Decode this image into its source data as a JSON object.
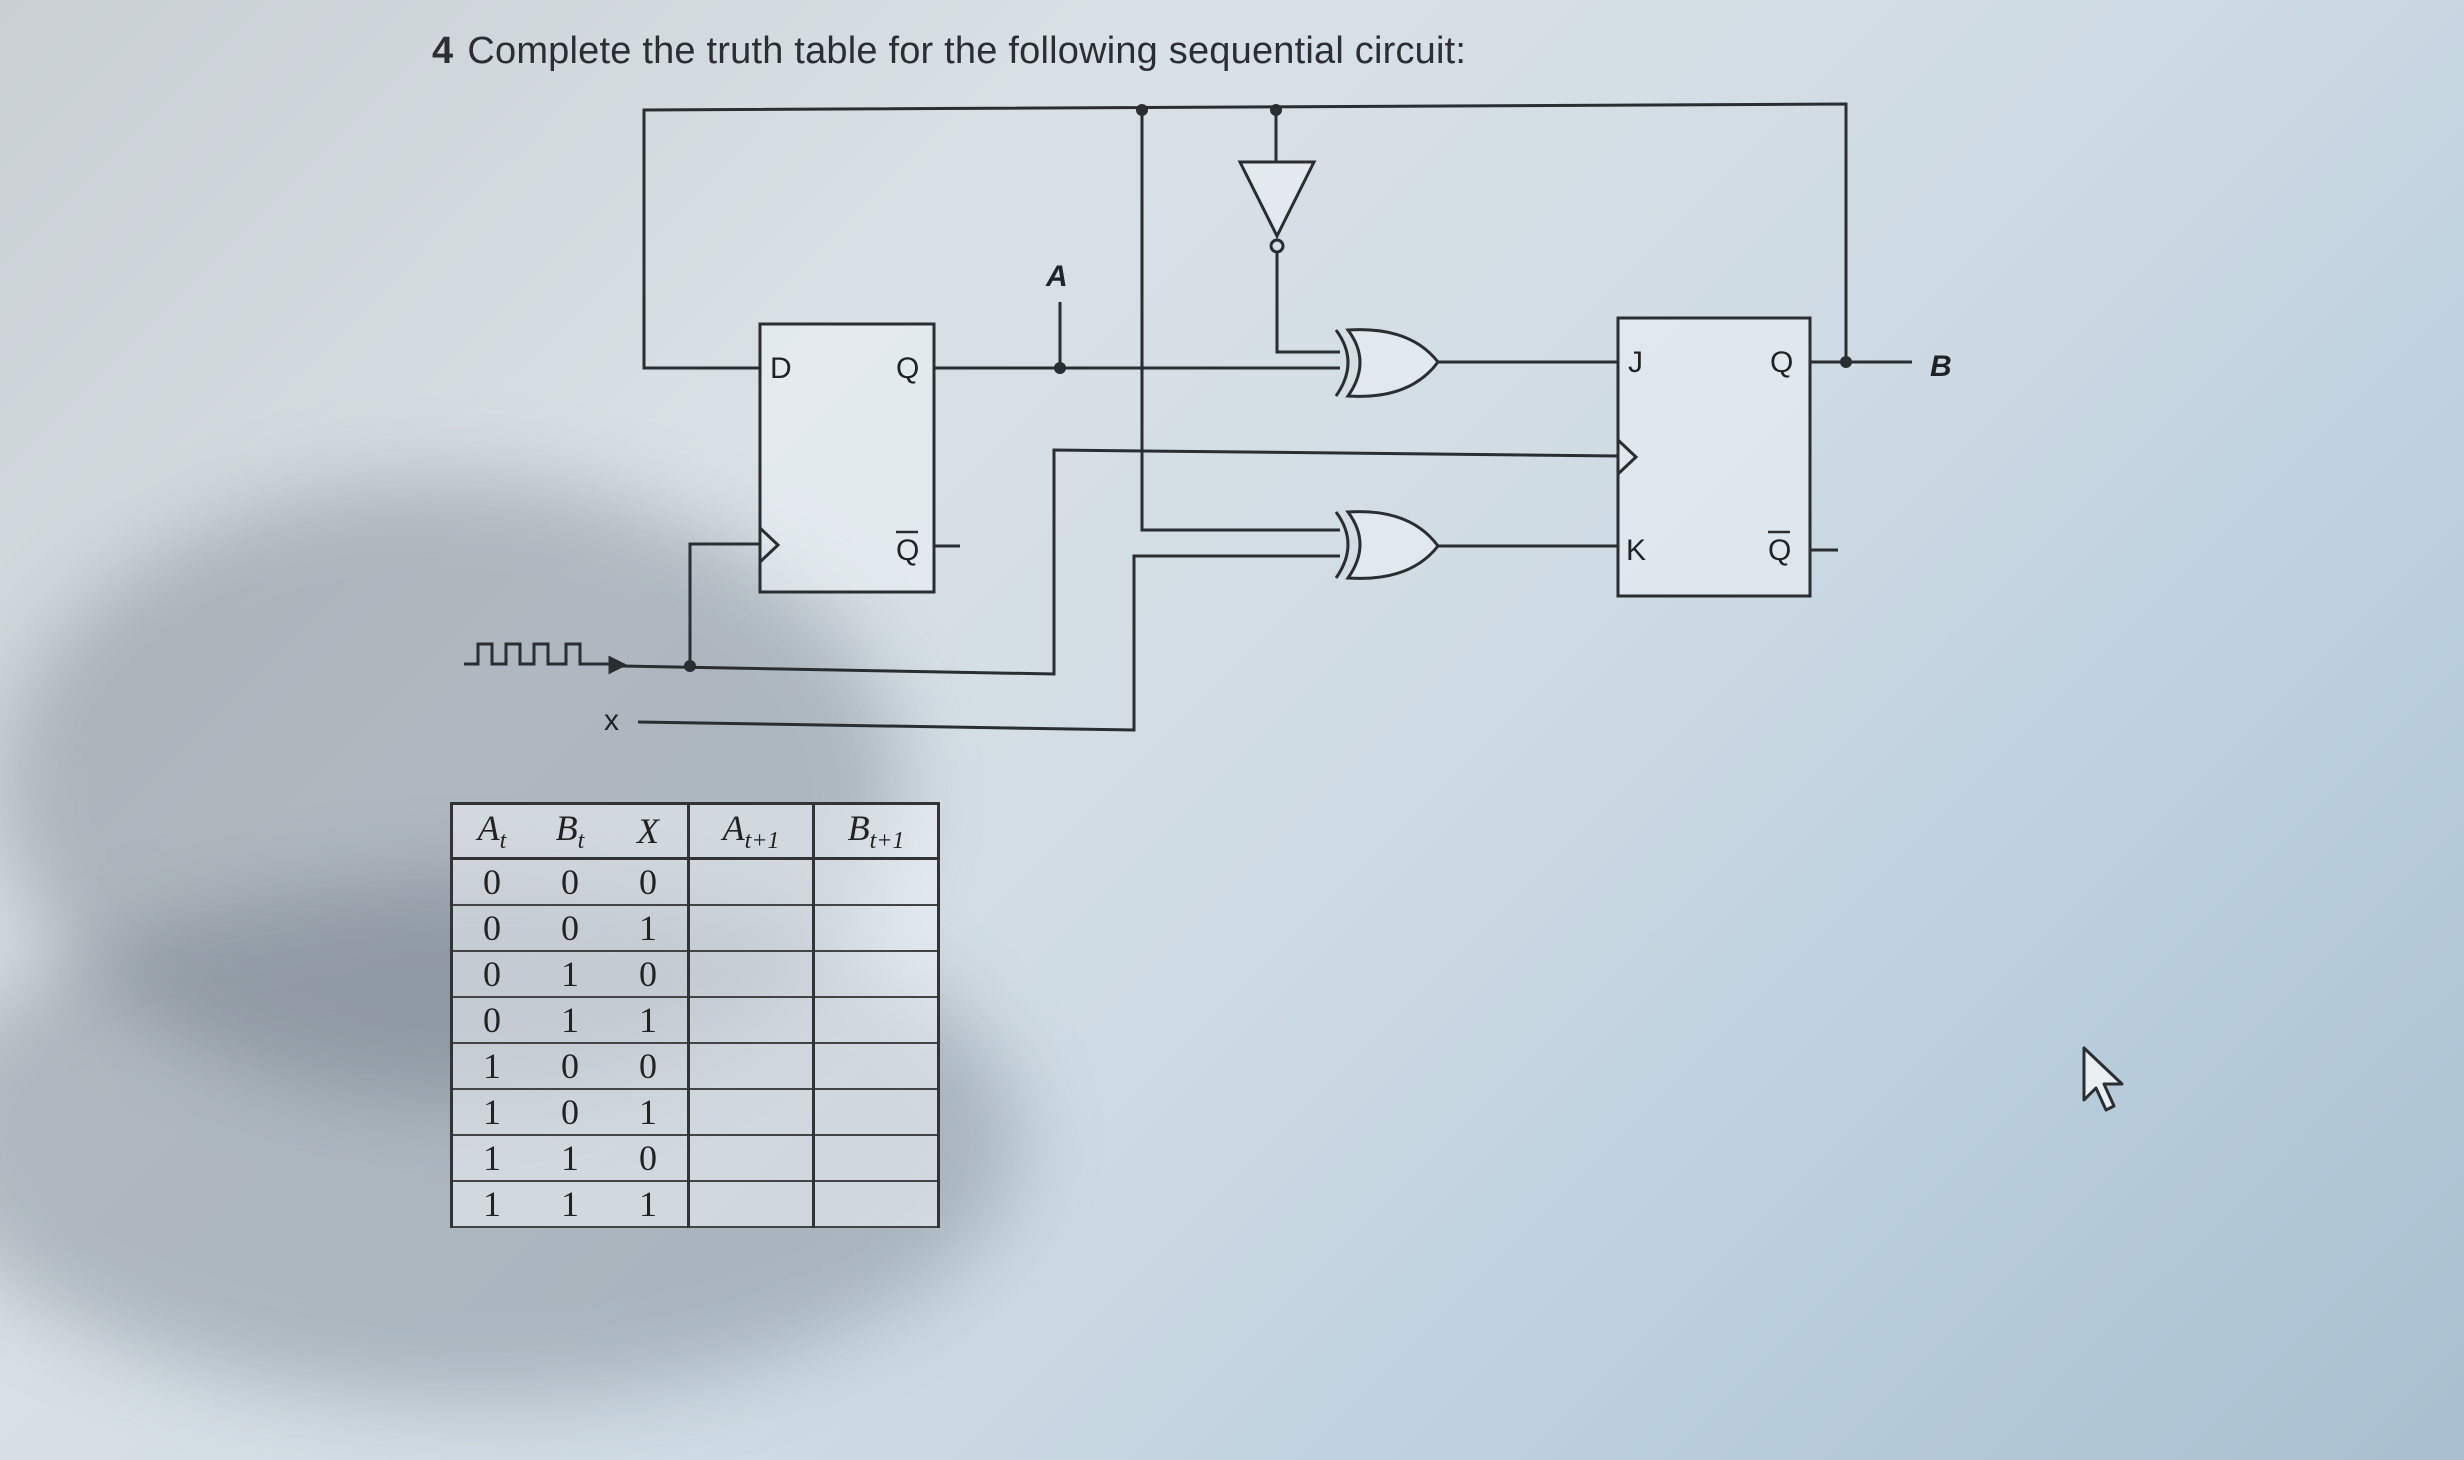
{
  "question": {
    "number": "4",
    "text": "Complete the truth table for the following sequential circuit:"
  },
  "circuit": {
    "d_ff": {
      "input_label": "D",
      "q_label": "Q",
      "qbar_label": "Q"
    },
    "jk_ff": {
      "j_label": "J",
      "k_label": "K",
      "q_label": "Q",
      "qbar_label": "Q"
    },
    "signal_a_label": "A",
    "signal_b_label": "B",
    "input_x_label": "x",
    "gates": [
      "xor-top",
      "xor-bottom",
      "inverter"
    ],
    "clock_icon": "clock-waveform-icon"
  },
  "truth_table": {
    "headers": [
      {
        "main": "A",
        "sub": "t"
      },
      {
        "main": "B",
        "sub": "t"
      },
      {
        "main": "X",
        "sub": ""
      },
      {
        "main": "A",
        "sub": "t+1"
      },
      {
        "main": "B",
        "sub": "t+1"
      }
    ],
    "rows": [
      [
        "0",
        "0",
        "0",
        "",
        ""
      ],
      [
        "0",
        "0",
        "1",
        "",
        ""
      ],
      [
        "0",
        "1",
        "0",
        "",
        ""
      ],
      [
        "0",
        "1",
        "1",
        "",
        ""
      ],
      [
        "1",
        "0",
        "0",
        "",
        ""
      ],
      [
        "1",
        "0",
        "1",
        "",
        ""
      ],
      [
        "1",
        "1",
        "0",
        "",
        ""
      ],
      [
        "1",
        "1",
        "1",
        "",
        ""
      ]
    ]
  },
  "cursor_icon": "mouse-pointer-icon"
}
